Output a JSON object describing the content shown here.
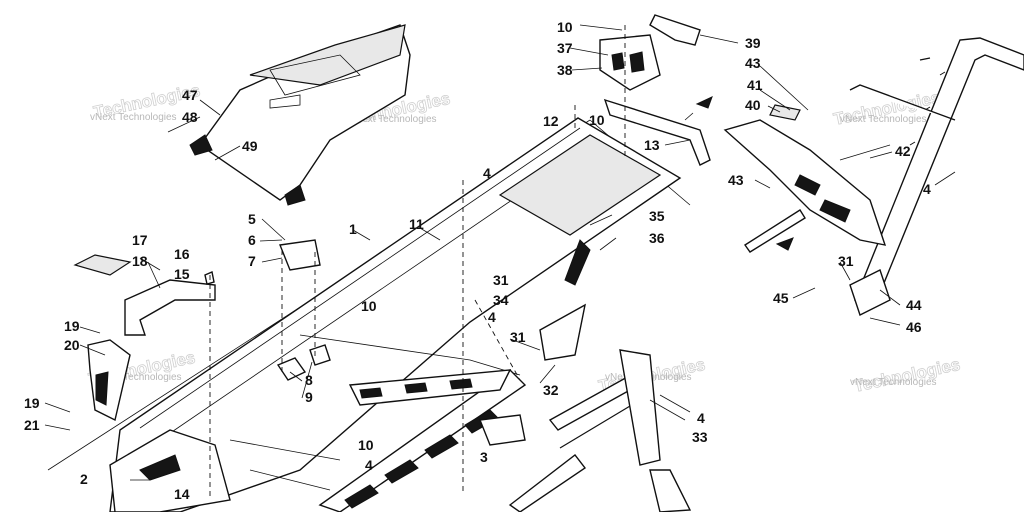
{
  "watermark": "vNext Technologies",
  "callouts": [
    {
      "id": "c1",
      "text": "1"
    },
    {
      "id": "c2",
      "text": "2"
    },
    {
      "id": "c3",
      "text": "3"
    },
    {
      "id": "c4a",
      "text": "4"
    },
    {
      "id": "c4b",
      "text": "4"
    },
    {
      "id": "c4c",
      "text": "4"
    },
    {
      "id": "c4d",
      "text": "4"
    },
    {
      "id": "c4e",
      "text": "4"
    },
    {
      "id": "c5",
      "text": "5"
    },
    {
      "id": "c6",
      "text": "6"
    },
    {
      "id": "c7",
      "text": "7"
    },
    {
      "id": "c8",
      "text": "8"
    },
    {
      "id": "c9",
      "text": "9"
    },
    {
      "id": "c10a",
      "text": "10"
    },
    {
      "id": "c10b",
      "text": "10"
    },
    {
      "id": "c10c",
      "text": "10"
    },
    {
      "id": "c10d",
      "text": "10"
    },
    {
      "id": "c11",
      "text": "11"
    },
    {
      "id": "c12",
      "text": "12"
    },
    {
      "id": "c13",
      "text": "13"
    },
    {
      "id": "c14",
      "text": "14"
    },
    {
      "id": "c15",
      "text": "15"
    },
    {
      "id": "c16",
      "text": "16"
    },
    {
      "id": "c17",
      "text": "17"
    },
    {
      "id": "c18",
      "text": "18"
    },
    {
      "id": "c19a",
      "text": "19"
    },
    {
      "id": "c19b",
      "text": "19"
    },
    {
      "id": "c20",
      "text": "20"
    },
    {
      "id": "c21",
      "text": "21"
    },
    {
      "id": "c31a",
      "text": "31"
    },
    {
      "id": "c31b",
      "text": "31"
    },
    {
      "id": "c31c",
      "text": "31"
    },
    {
      "id": "c32",
      "text": "32"
    },
    {
      "id": "c33",
      "text": "33"
    },
    {
      "id": "c34",
      "text": "34"
    },
    {
      "id": "c35",
      "text": "35"
    },
    {
      "id": "c36",
      "text": "36"
    },
    {
      "id": "c37",
      "text": "37"
    },
    {
      "id": "c38",
      "text": "38"
    },
    {
      "id": "c39",
      "text": "39"
    },
    {
      "id": "c40",
      "text": "40"
    },
    {
      "id": "c41",
      "text": "41"
    },
    {
      "id": "c42",
      "text": "42"
    },
    {
      "id": "c43a",
      "text": "43"
    },
    {
      "id": "c43b",
      "text": "43"
    },
    {
      "id": "c44",
      "text": "44"
    },
    {
      "id": "c45",
      "text": "45"
    },
    {
      "id": "c46",
      "text": "46"
    },
    {
      "id": "c47",
      "text": "47"
    },
    {
      "id": "c48",
      "text": "48"
    },
    {
      "id": "c49",
      "text": "49"
    }
  ]
}
